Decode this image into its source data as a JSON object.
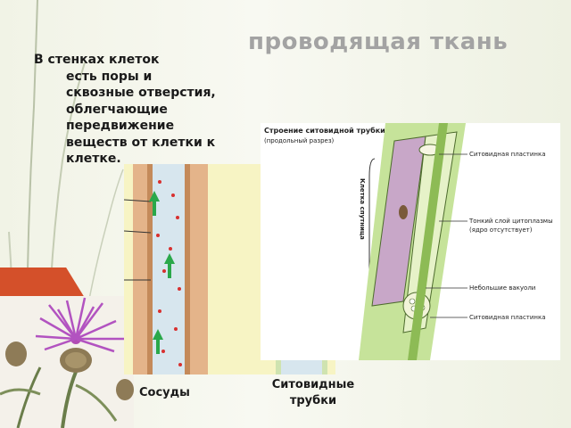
{
  "slide": {
    "title": "проводящая ткань",
    "body_first_line": "В стенках клеток",
    "body_rest": "есть поры и сквозные отверстия, облегчающие передвижение веществ от клетки к клетке."
  },
  "captions": {
    "vessels": "Сосуды",
    "sieve_tubes": "Ситовидные трубки"
  },
  "sieve_diagram": {
    "title": "Строение ситовидной трубки",
    "subtitle": "(продольный разрез)",
    "companion_label": "Клетка спутница",
    "labels": {
      "sieve_plate_top": "Ситовидная пластинка",
      "cytoplasm_line1": "Тонкий слой цитоплазмы",
      "cytoplasm_line2": "(ядро отсутствует)",
      "vacuoles": "Небольшие вакуоли",
      "sieve_plate_bottom": "Ситовидная пластинка"
    }
  },
  "colors": {
    "accent": "#d4502a",
    "title": "#a3a3a3",
    "arrow_up": "#2aa84a",
    "arrow_down": "#2b4fd6"
  }
}
